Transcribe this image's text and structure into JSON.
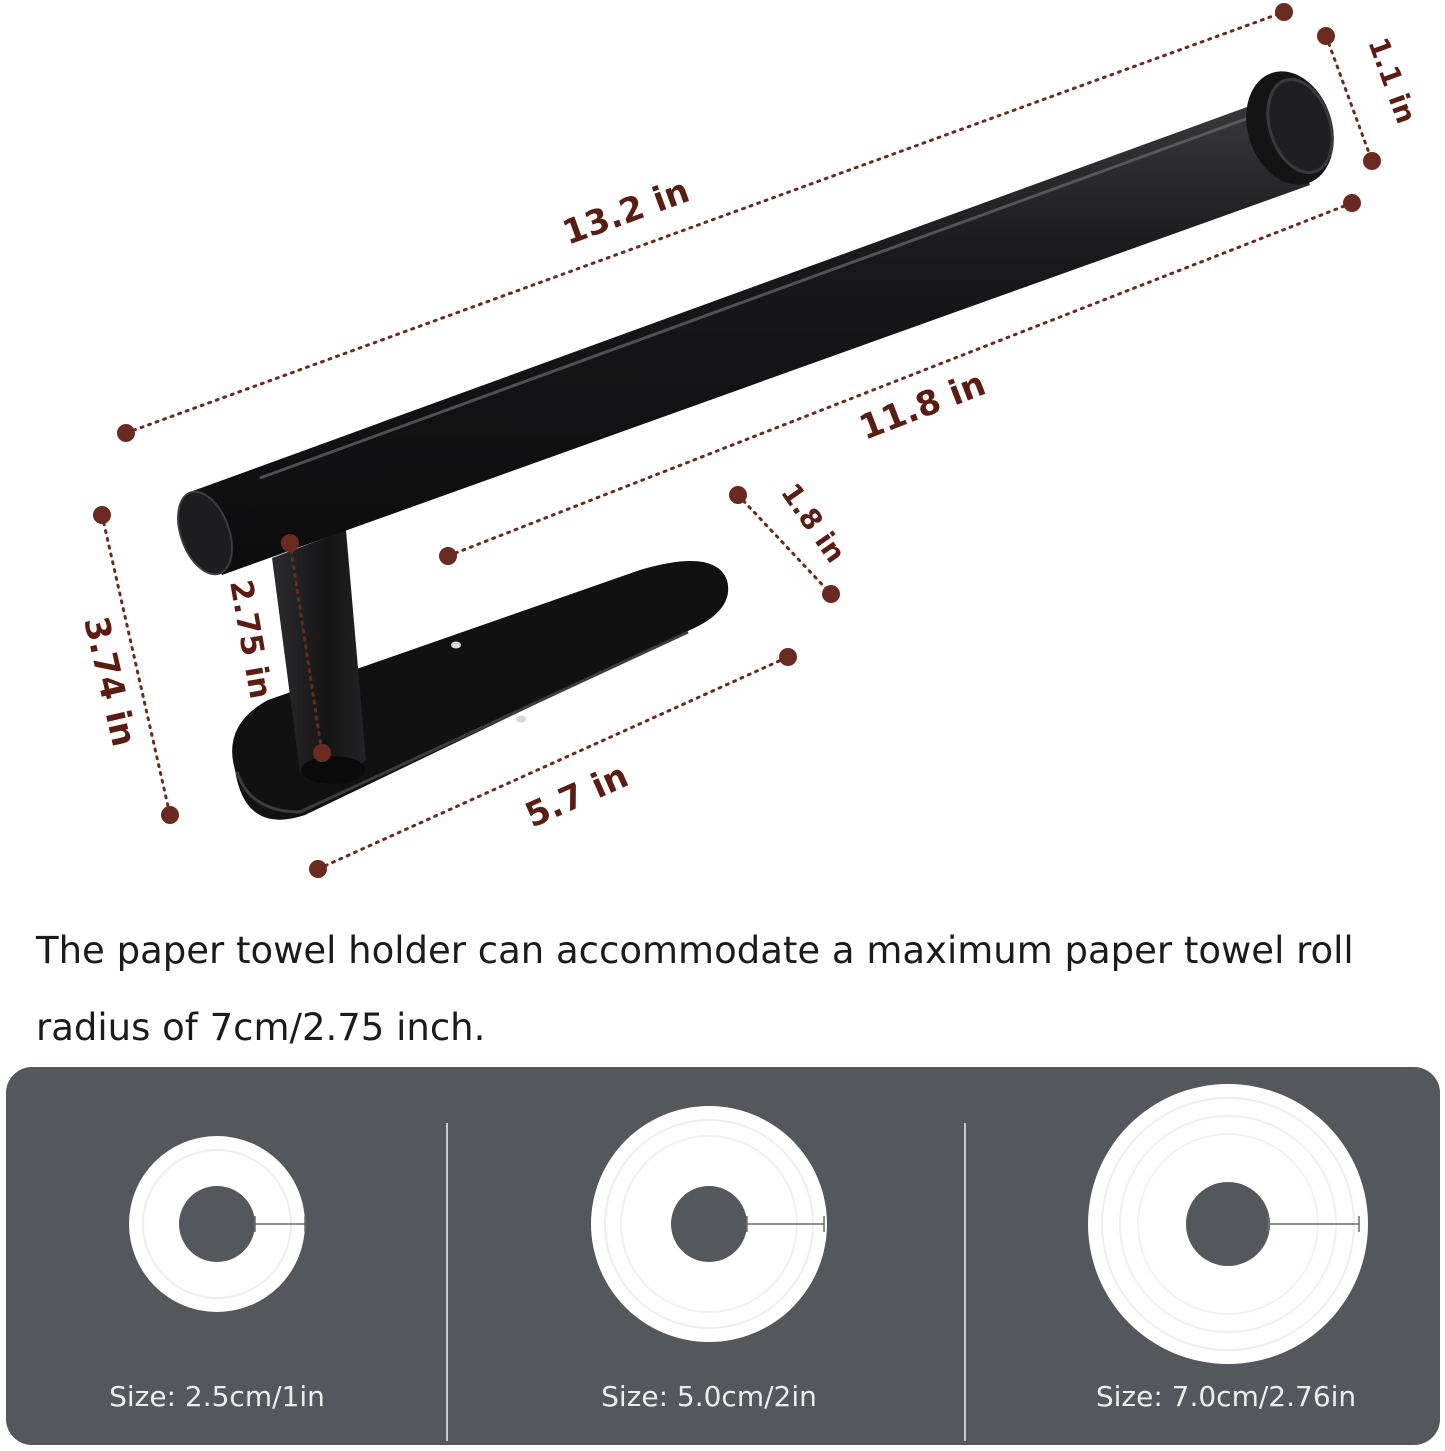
{
  "product": {
    "dimensions": {
      "overall_length": "13.2 in",
      "rod_length": "11.8 in",
      "rod_end_diameter": "1.1 in",
      "base_width": "1.8 in",
      "overall_height": "3.74 in",
      "post_height": "2.75 in",
      "base_length": "5.7 in"
    },
    "colors": {
      "body": "#1c1c1e",
      "dimension_dots": "#6b2a20",
      "label": "#5b1d12"
    }
  },
  "caption": {
    "line1": "The paper towel holder can accommodate a maximum paper towel roll",
    "line2": "radius of 7cm/2.75 inch."
  },
  "panel": {
    "background": "#54575c",
    "rolls": [
      {
        "label": "Size: 2.5cm/1in"
      },
      {
        "label": "Size: 5.0cm/2in"
      },
      {
        "label": "Size: 7.0cm/2.76in"
      }
    ]
  }
}
